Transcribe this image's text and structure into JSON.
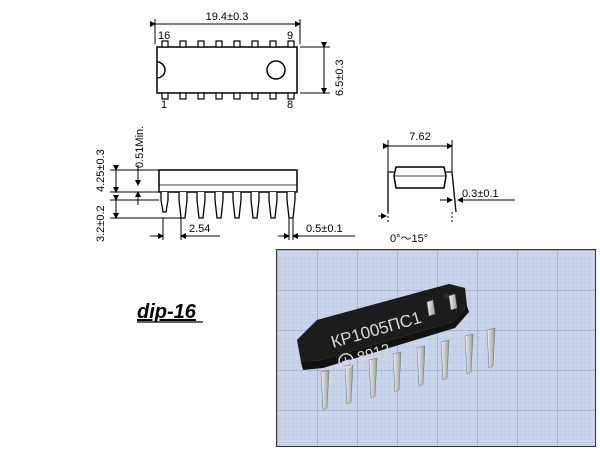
{
  "package_name": "dip-16",
  "top_view": {
    "length_dim": "19.4±0.3",
    "width_dim": "6.5±0.3",
    "pin_labels": {
      "top_left": "16",
      "top_right": "9",
      "bottom_left": "1",
      "bottom_right": "8"
    }
  },
  "side_view": {
    "min_standoff": "0.51Min.",
    "body_height": "4.25±0.3",
    "lead_length": "3.2±0.2",
    "pitch": "2.54",
    "lead_width": "0.5±0.1"
  },
  "end_view": {
    "row_spacing": "7.62",
    "lead_thickness": "0.3±0.1",
    "angle": "0°～15°"
  },
  "photo": {
    "chip_marking_line1": "КР1005ПС1",
    "chip_marking_line2": "8912",
    "colors": {
      "grid_bg": "#c9d3ea",
      "grid_line": "#9aa9cf",
      "chip_body": "#1c1c1c",
      "marking": "#d9d9d9",
      "leads": "#cfcfcf"
    }
  }
}
